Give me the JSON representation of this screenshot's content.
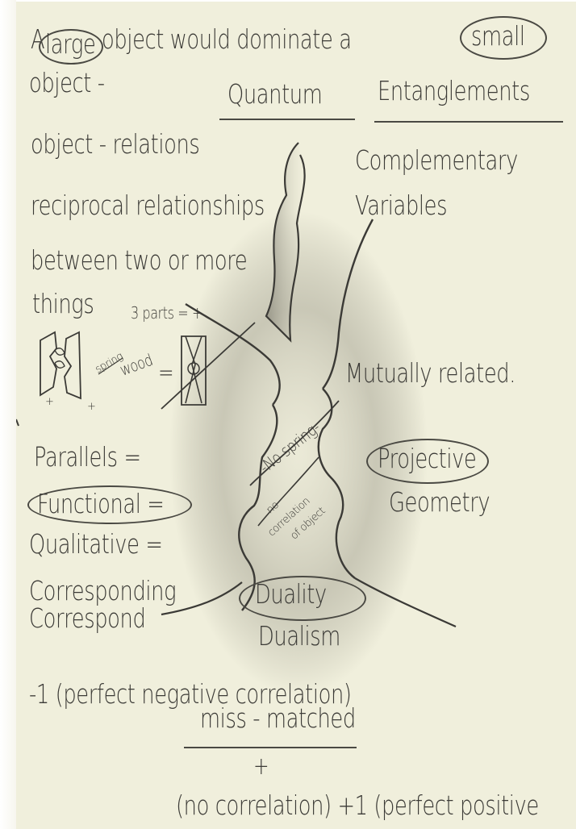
{
  "notes": {
    "line1_word1": "A",
    "line1_circled1": "large",
    "line1_mid": "object would dominate a",
    "line1_circled2": "small",
    "line2": "object -",
    "heading_left": "Quantum",
    "heading_right": "Entanglements",
    "object_relations": "object - relations",
    "complementary": "Complementary",
    "variables": "Variables",
    "reciprocal": "reciprocal relationships",
    "between": "between two or more",
    "things": "things",
    "three_parts": "3 parts = +",
    "mutually_related": "Mutually related.",
    "diagram_spring": "spring",
    "diagram_wood": "wood",
    "diagram_equals": "=",
    "diagram_plus1": "+",
    "diagram_plus2": "+",
    "no_spring": "-No spring-",
    "no_correlation_1": "no",
    "no_correlation_2": "correlation",
    "no_correlation_3": "of object",
    "parallels": "Parallels =",
    "functional": "Functional =",
    "qualitative": "Qualitative =",
    "corresponding": "Corresponding",
    "correspond": "Correspond",
    "projective": "Projective",
    "geometry": "Geometry",
    "duality": "Duality",
    "dualism": "Dualism",
    "negative_correlation": "-1 (perfect negative correlation)",
    "miss_matched": "miss - matched",
    "plus_sign": "+",
    "bottom_line": "(no correlation) +1 (perfect positive"
  },
  "colors": {
    "paper": "#f0efdc",
    "ink": "#3b3a36",
    "shade": "#9c9a8c"
  }
}
